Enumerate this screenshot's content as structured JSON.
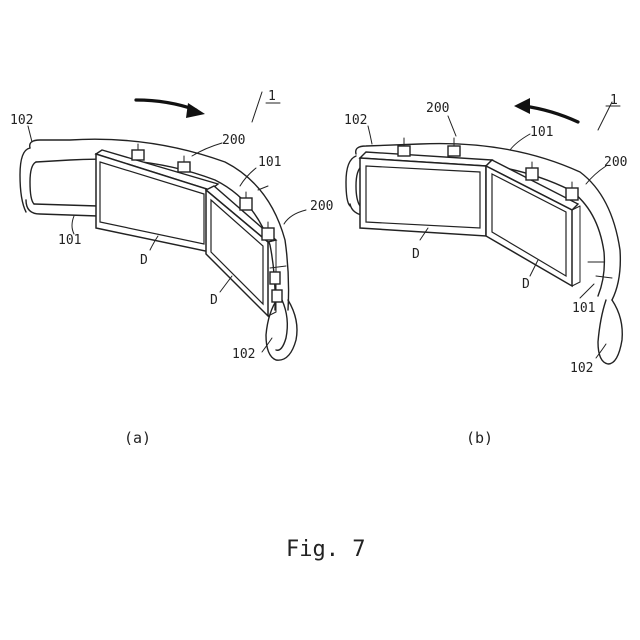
{
  "labels": {
    "ref_1": "1",
    "ref_200": "200",
    "ref_101": "101",
    "ref_102": "102",
    "ref_D": "D"
  },
  "captions": {
    "a": "(a)",
    "b": "(b)",
    "figure": "Fig. 7"
  }
}
